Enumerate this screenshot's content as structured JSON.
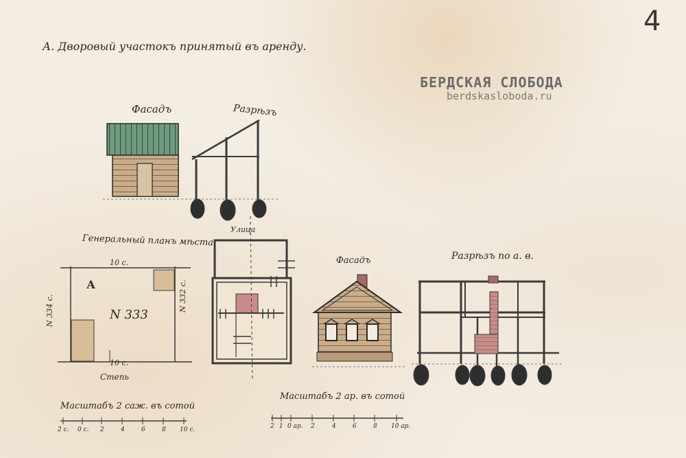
{
  "page_number": "4",
  "sheet_title": "А. Дворовый участокъ принятый въ аренду.",
  "watermark": {
    "title": "БЕРДСКАЯ СЛОБОДА",
    "url": "berdskasloboda.ru"
  },
  "labels": {
    "facade_1": "Фасадъ",
    "section_1": "Разрѣзъ",
    "general_plan": "Генеральный планъ мѣста",
    "street_top": "Улица",
    "facade_2": "Фасадъ",
    "section_2": "Разрѣзъ по а. в."
  },
  "plan": {
    "letter": "А",
    "number": "N 333",
    "dim_top": "10 с.",
    "dim_bottom": "10 с.",
    "dim_left": "N 334 с.",
    "dim_right": "N 332 с.",
    "street": "Степь"
  },
  "scale_1": {
    "label": "Масштабъ 2 саж. въ сотой",
    "ticks": [
      "2 с.",
      "0 с.",
      "2",
      "4",
      "6",
      "8",
      "10 с."
    ]
  },
  "scale_2": {
    "label": "Масштабъ 2 ар. въ сотой",
    "ticks": [
      "2",
      "1",
      "0 ар.",
      "2",
      "4",
      "6",
      "8",
      "10 ар."
    ]
  },
  "colors": {
    "paper": "#f3ede2",
    "ink": "#2d2723",
    "roof_green": "#6f9a80",
    "wood": "#c9ad8a",
    "brick": "#c78c8a",
    "plot_fill": "#d8bd98"
  }
}
